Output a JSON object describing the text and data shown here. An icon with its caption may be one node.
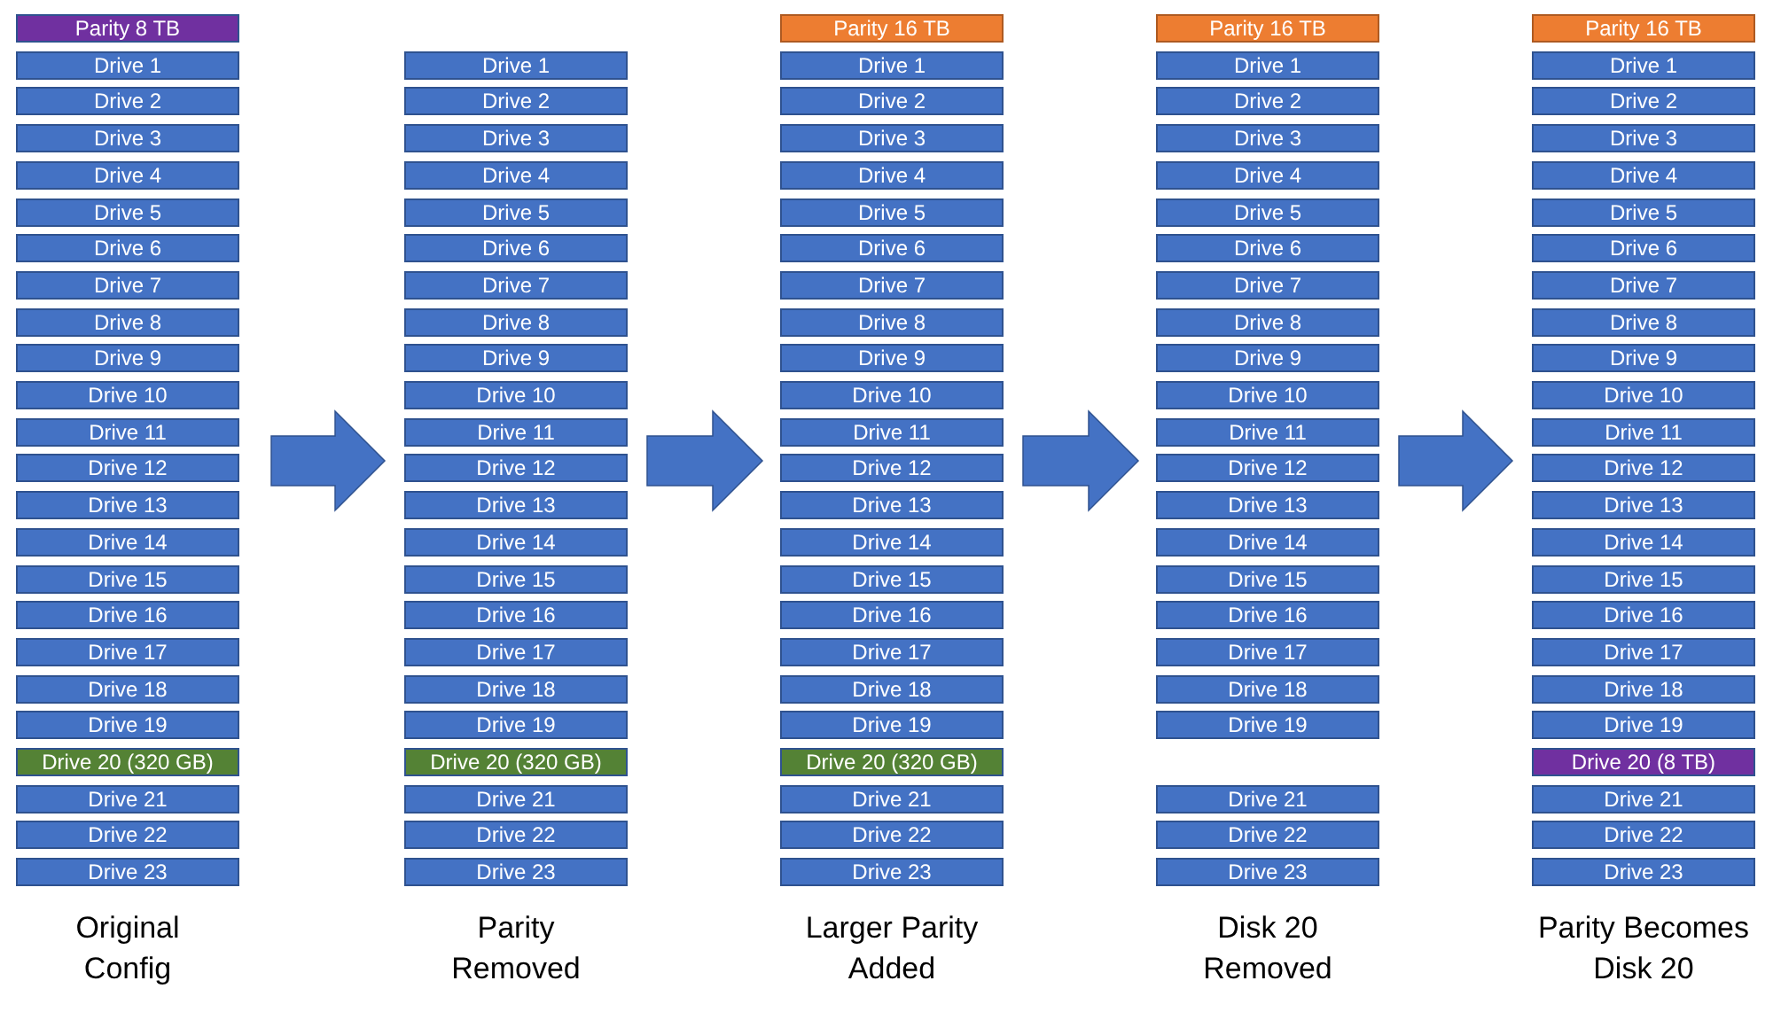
{
  "diagram": {
    "nodes": [
      {
        "text": [
          "Original Config"
        ]
      },
      {
        "text": [
          "Parity 8 TB"
        ],
        "in": 0
      },
      {
        "text": [
          "Drive 1"
        ],
        "in": 0
      },
      {
        "text": [
          "Drive 2"
        ],
        "in": 0
      },
      {
        "text": [
          "Drive 3"
        ],
        "in": 0
      },
      {
        "text": [
          "Drive 4"
        ],
        "in": 0
      },
      {
        "text": [
          "Drive 5"
        ],
        "in": 0
      },
      {
        "text": [
          "Drive 6"
        ],
        "in": 0
      },
      {
        "text": [
          "Drive 7"
        ],
        "in": 0
      },
      {
        "text": [
          "Drive 8"
        ],
        "in": 0
      },
      {
        "text": [
          "Drive 9"
        ],
        "in": 0
      },
      {
        "text": [
          "Drive 10"
        ],
        "in": 0
      },
      {
        "text": [
          "Drive 11"
        ],
        "in": 0
      },
      {
        "text": [
          "Drive 12"
        ],
        "in": 0
      },
      {
        "text": [
          "Drive 13"
        ],
        "in": 0
      },
      {
        "text": [
          "Drive 14"
        ],
        "in": 0
      },
      {
        "text": [
          "Drive 15"
        ],
        "in": 0
      },
      {
        "text": [
          "Drive 16"
        ],
        "in": 0
      },
      {
        "text": [
          "Drive 17"
        ],
        "in": 0
      },
      {
        "text": [
          "Drive 18"
        ],
        "in": 0
      },
      {
        "text": [
          "Drive 19"
        ],
        "in": 0
      },
      {
        "text": [
          "Drive 20 (320 GB)"
        ],
        "in": 0
      },
      {
        "text": [
          "Drive 21"
        ],
        "in": 0
      },
      {
        "text": [
          "Drive 22"
        ],
        "in": 0
      },
      {
        "text": [
          "Drive 23"
        ],
        "in": 0
      },
      {
        "text": [
          "Parity Removed"
        ]
      },
      {
        "text": [
          "Drive 1"
        ],
        "in": 25
      },
      {
        "text": [
          "Drive 2"
        ],
        "in": 25
      },
      {
        "text": [
          "Drive 3"
        ],
        "in": 25
      },
      {
        "text": [
          "Drive 4"
        ],
        "in": 25
      },
      {
        "text": [
          "Drive 5"
        ],
        "in": 25
      },
      {
        "text": [
          "Drive 6"
        ],
        "in": 25
      },
      {
        "text": [
          "Drive 7"
        ],
        "in": 25
      },
      {
        "text": [
          "Drive 8"
        ],
        "in": 25
      },
      {
        "text": [
          "Drive 9"
        ],
        "in": 25
      },
      {
        "text": [
          "Drive 10"
        ],
        "in": 25
      },
      {
        "text": [
          "Drive 11"
        ],
        "in": 25
      },
      {
        "text": [
          "Drive 12"
        ],
        "in": 25
      },
      {
        "text": [
          "Drive 13"
        ],
        "in": 25
      },
      {
        "text": [
          "Drive 14"
        ],
        "in": 25
      },
      {
        "text": [
          "Drive 15"
        ],
        "in": 25
      },
      {
        "text": [
          "Drive 16"
        ],
        "in": 25
      },
      {
        "text": [
          "Drive 17"
        ],
        "in": 25
      },
      {
        "text": [
          "Drive 18"
        ],
        "in": 25
      },
      {
        "text": [
          "Drive 19"
        ],
        "in": 25
      },
      {
        "text": [
          "Drive 20 (320 GB)"
        ],
        "in": 25
      },
      {
        "text": [
          "Drive 21"
        ],
        "in": 25
      },
      {
        "text": [
          "Drive 22"
        ],
        "in": 25
      },
      {
        "text": [
          "Drive 23"
        ],
        "in": 25
      },
      {
        "text": [
          "Larger Parity Added"
        ]
      },
      {
        "text": [
          "Parity 16 TB"
        ],
        "in": 49
      },
      {
        "text": [
          "Drive 1"
        ],
        "in": 49
      },
      {
        "text": [
          "Drive 2"
        ],
        "in": 49
      },
      {
        "text": [
          "Drive 3"
        ],
        "in": 49
      },
      {
        "text": [
          "Drive 4"
        ],
        "in": 49
      },
      {
        "text": [
          "Drive 5"
        ],
        "in": 49
      },
      {
        "text": [
          "Drive 6"
        ],
        "in": 49
      },
      {
        "text": [
          "Drive 7"
        ],
        "in": 49
      },
      {
        "text": [
          "Drive 8"
        ],
        "in": 49
      },
      {
        "text": [
          "Drive 9"
        ],
        "in": 49
      },
      {
        "text": [
          "Drive 10"
        ],
        "in": 49
      },
      {
        "text": [
          "Drive 11"
        ],
        "in": 49
      },
      {
        "text": [
          "Drive 12"
        ],
        "in": 49
      },
      {
        "text": [
          "Drive 13"
        ],
        "in": 49
      },
      {
        "text": [
          "Drive 14"
        ],
        "in": 49
      },
      {
        "text": [
          "Drive 15"
        ],
        "in": 49
      },
      {
        "text": [
          "Drive 16"
        ],
        "in": 49
      },
      {
        "text": [
          "Drive 17"
        ],
        "in": 49
      },
      {
        "text": [
          "Drive 18"
        ],
        "in": 49
      },
      {
        "text": [
          "Drive 19"
        ],
        "in": 49
      },
      {
        "text": [
          "Drive 20 (320 GB)"
        ],
        "in": 49
      },
      {
        "text": [
          "Drive 21"
        ],
        "in": 49
      },
      {
        "text": [
          "Drive 22"
        ],
        "in": 49
      },
      {
        "text": [
          "Drive 23"
        ],
        "in": 49
      },
      {
        "text": [
          "Disk 20 Removed"
        ]
      },
      {
        "text": [
          "Parity 16 TB"
        ],
        "in": 74
      },
      {
        "text": [
          "Drive 1"
        ],
        "in": 74
      },
      {
        "text": [
          "Drive 2"
        ],
        "in": 74
      },
      {
        "text": [
          "Drive 3"
        ],
        "in": 74
      },
      {
        "text": [
          "Drive 4"
        ],
        "in": 74
      },
      {
        "text": [
          "Drive 5"
        ],
        "in": 74
      },
      {
        "text": [
          "Drive 6"
        ],
        "in": 74
      },
      {
        "text": [
          "Drive 7"
        ],
        "in": 74
      },
      {
        "text": [
          "Drive 8"
        ],
        "in": 74
      },
      {
        "text": [
          "Drive 9"
        ],
        "in": 74
      },
      {
        "text": [
          "Drive 10"
        ],
        "in": 74
      },
      {
        "text": [
          "Drive 11"
        ],
        "in": 74
      },
      {
        "text": [
          "Drive 12"
        ],
        "in": 74
      },
      {
        "text": [
          "Drive 13"
        ],
        "in": 74
      },
      {
        "text": [
          "Drive 14"
        ],
        "in": 74
      },
      {
        "text": [
          "Drive 15"
        ],
        "in": 74
      },
      {
        "text": [
          "Drive 16"
        ],
        "in": 74
      },
      {
        "text": [
          "Drive 17"
        ],
        "in": 74
      },
      {
        "text": [
          "Drive 18"
        ],
        "in": 74
      },
      {
        "text": [
          "Drive 19"
        ],
        "in": 74
      },
      {
        "text": [
          "Drive 21"
        ],
        "in": 74
      },
      {
        "text": [
          "Drive 22"
        ],
        "in": 74
      },
      {
        "text": [
          "Drive 23"
        ],
        "in": 74
      },
      {
        "text": [
          "Parity Becomes Disk 20"
        ]
      },
      {
        "text": [
          "Parity 16 TB"
        ],
        "in": 98
      },
      {
        "text": [
          "Drive 1"
        ],
        "in": 98
      },
      {
        "text": [
          "Drive 2"
        ],
        "in": 98
      },
      {
        "text": [
          "Drive 3"
        ],
        "in": 98
      },
      {
        "text": [
          "Drive 4"
        ],
        "in": 98
      },
      {
        "text": [
          "Drive 5"
        ],
        "in": 98
      },
      {
        "text": [
          "Drive 6"
        ],
        "in": 98
      },
      {
        "text": [
          "Drive 7"
        ],
        "in": 98
      },
      {
        "text": [
          "Drive 8"
        ],
        "in": 98
      },
      {
        "text": [
          "Drive 9"
        ],
        "in": 98
      },
      {
        "text": [
          "Drive 10"
        ],
        "in": 98
      },
      {
        "text": [
          "Drive 11"
        ],
        "in": 98
      },
      {
        "text": [
          "Drive 12"
        ],
        "in": 98
      },
      {
        "text": [
          "Drive 13"
        ],
        "in": 98
      },
      {
        "text": [
          "Drive 14"
        ],
        "in": 98
      },
      {
        "text": [
          "Drive 15"
        ],
        "in": 98
      },
      {
        "text": [
          "Drive 16"
        ],
        "in": 98
      },
      {
        "text": [
          "Drive 17"
        ],
        "in": 98
      },
      {
        "text": [
          "Drive 18"
        ],
        "in": 98
      },
      {
        "text": [
          "Drive 19"
        ],
        "in": 98
      },
      {
        "text": [
          "Drive 20 (8 TB)"
        ],
        "in": 98
      },
      {
        "text": [
          "Drive 21"
        ],
        "in": 98
      },
      {
        "text": [
          "Drive 22"
        ],
        "in": 98
      },
      {
        "text": [
          "Drive 23"
        ],
        "in": 98
      }
    ],
    "edges": [
      {
        "from": 0,
        "to": 25,
        "arrow": "to"
      },
      {
        "from": 25,
        "to": 49,
        "arrow": "to"
      },
      {
        "from": 49,
        "to": 74,
        "arrow": "to"
      },
      {
        "from": 74,
        "to": 98,
        "arrow": "to"
      }
    ]
  }
}
